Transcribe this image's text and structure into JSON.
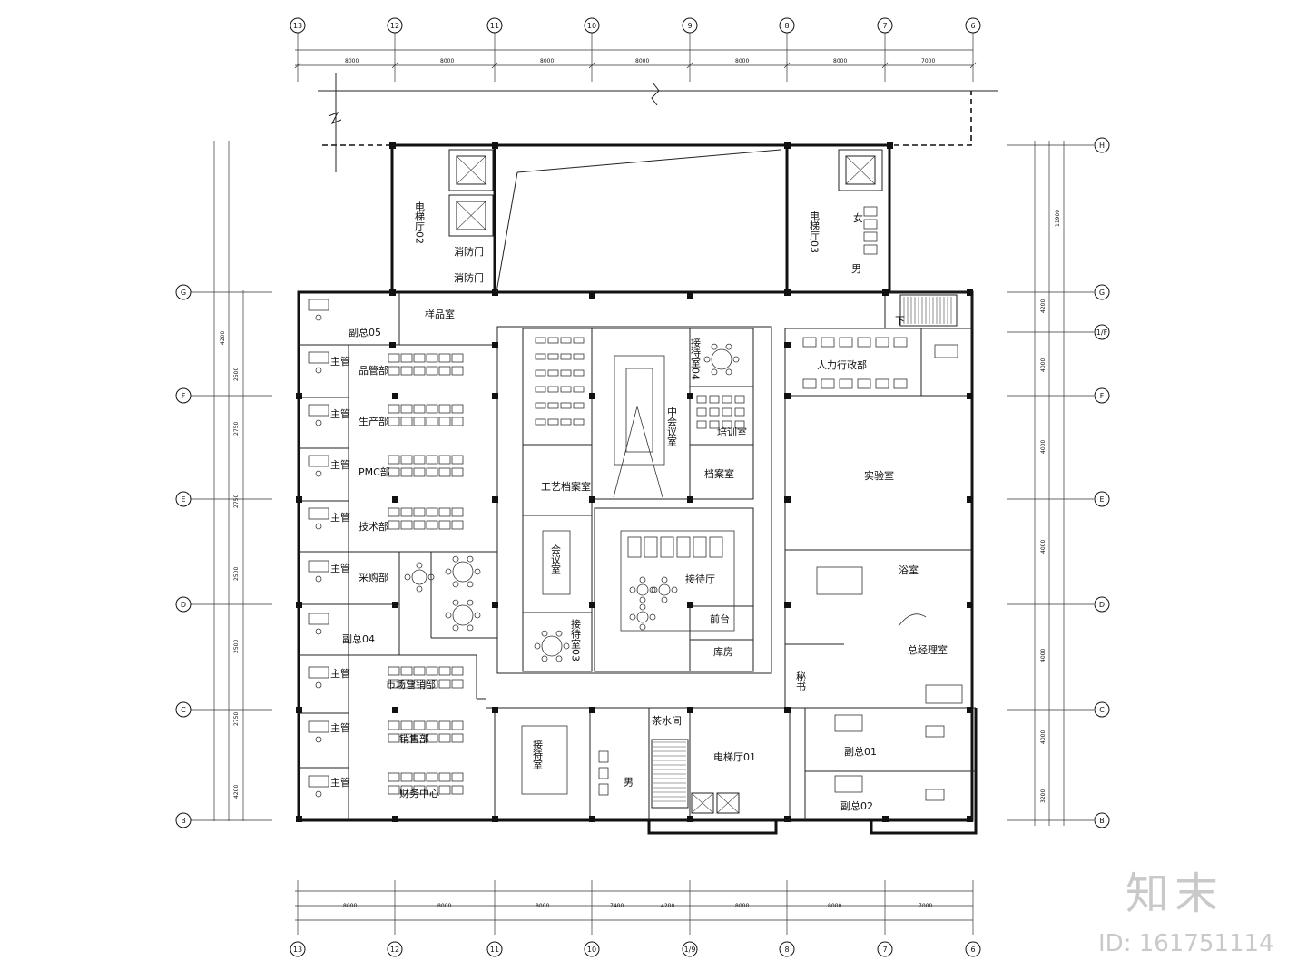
{
  "title": "",
  "axes_top": [
    "13",
    "12",
    "11",
    "10",
    "9",
    "8",
    "7",
    "6"
  ],
  "axes_bottom": [
    "13",
    "12",
    "11",
    "10",
    "1/9",
    "8",
    "7",
    "6"
  ],
  "axes_left": [
    "G",
    "F",
    "E",
    "D",
    "C",
    "B"
  ],
  "axes_right": [
    "H",
    "G",
    "1/F",
    "F",
    "E",
    "D",
    "C",
    "B"
  ],
  "dims_top": [
    "8000",
    "8000",
    "8000",
    "8000",
    "8000",
    "8000",
    "7000"
  ],
  "dims_bottom": [
    "8000",
    "8000",
    "8000",
    "7400",
    "4200",
    "8000",
    "8000",
    "7000"
  ],
  "dims_left": [
    "4200",
    "2500",
    "2750",
    "2750",
    "2500",
    "2500",
    "2750",
    "4200"
  ],
  "dims_right": [
    "11900",
    "4200",
    "4000",
    "4000",
    "4000",
    "4000",
    "4000",
    "3200"
  ],
  "rooms": {
    "elevator_hall_02": "电梯厅02",
    "elevator_hall_03": "电梯厅03",
    "elevator_hall_01": "电梯厅01",
    "fire_door_1": "消防门",
    "fire_door_2": "消防门",
    "sample_room": "样品室",
    "vp05": "副总05",
    "vp04": "副总04",
    "vp01": "副总01",
    "vp02": "副总02",
    "quality": "品管部",
    "production": "生产部",
    "pmc": "PMC部",
    "tech": "技术部",
    "purchasing": "采购部",
    "marketing": "市场营销部",
    "sales": "销售部",
    "finance": "财务中心",
    "supervisor": "主管",
    "reception_04": "接待室04",
    "reception_03": "接待室03",
    "reception_center": "接待室",
    "large_meeting": "中会议室",
    "training": "培训室",
    "archive": "档案室",
    "craft_archive": "工艺档案室",
    "small_meeting": "会议室",
    "front_hall": "接待厅",
    "front_desk": "前台",
    "warehouse": "库房",
    "tea_room": "茶水间",
    "hr_admin": "人力行政部",
    "lab": "实验室",
    "gm_office": "总经理室",
    "secretary": "秘书",
    "women_wc": "女",
    "men_wc": "男",
    "men_wc_2": "男",
    "up": "下",
    "bath": "浴室"
  }
}
